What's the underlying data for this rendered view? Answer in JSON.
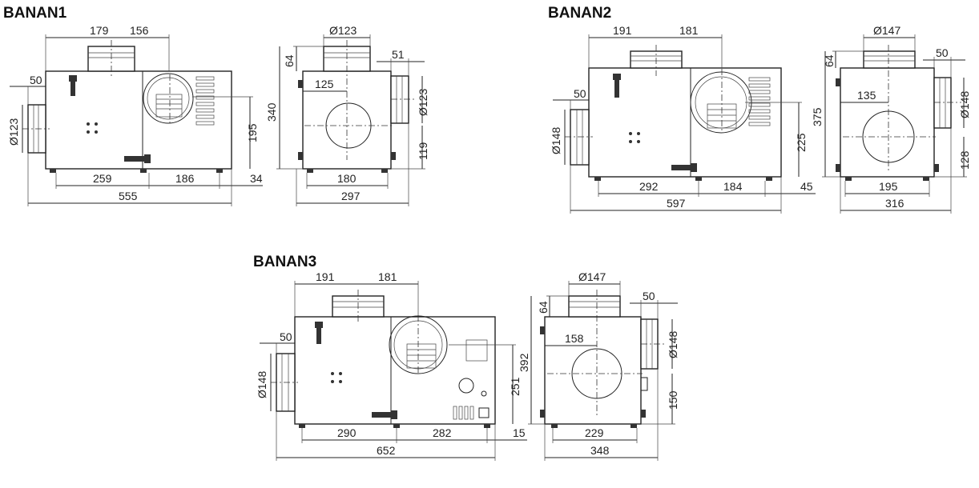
{
  "models": [
    {
      "title": "BANAN1",
      "side": {
        "d179": "179",
        "d156": "156",
        "d50": "50",
        "d123": "Ø123",
        "d195": "195",
        "d259": "259",
        "d186": "186",
        "d34": "34",
        "d555": "555"
      },
      "front": {
        "d123": "Ø123",
        "d64": "64",
        "d51": "51",
        "d125": "125",
        "d340": "340",
        "d123r": "Ø123",
        "d119": "119",
        "d180": "180",
        "d297": "297"
      }
    },
    {
      "title": "BANAN2",
      "side": {
        "d179": "191",
        "d156": "181",
        "d50": "50",
        "d123": "Ø148",
        "d195": "225",
        "d259": "292",
        "d186": "184",
        "d34": "45",
        "d555": "597"
      },
      "front": {
        "d123": "Ø147",
        "d64": "64",
        "d51": "50",
        "d125": "135",
        "d340": "375",
        "d123r": "Ø148",
        "d119": "128",
        "d180": "195",
        "d297": "316"
      }
    },
    {
      "title": "BANAN3",
      "side": {
        "d179": "191",
        "d156": "181",
        "d50": "50",
        "d123": "Ø148",
        "d195": "251",
        "d259": "290",
        "d186": "282",
        "d34": "15",
        "d555": "652"
      },
      "front": {
        "d123": "Ø147",
        "d64": "64",
        "d51": "50",
        "d125": "158",
        "d340": "392",
        "d123r": "Ø148",
        "d119": "150",
        "d180": "229",
        "d297": "348"
      }
    }
  ]
}
